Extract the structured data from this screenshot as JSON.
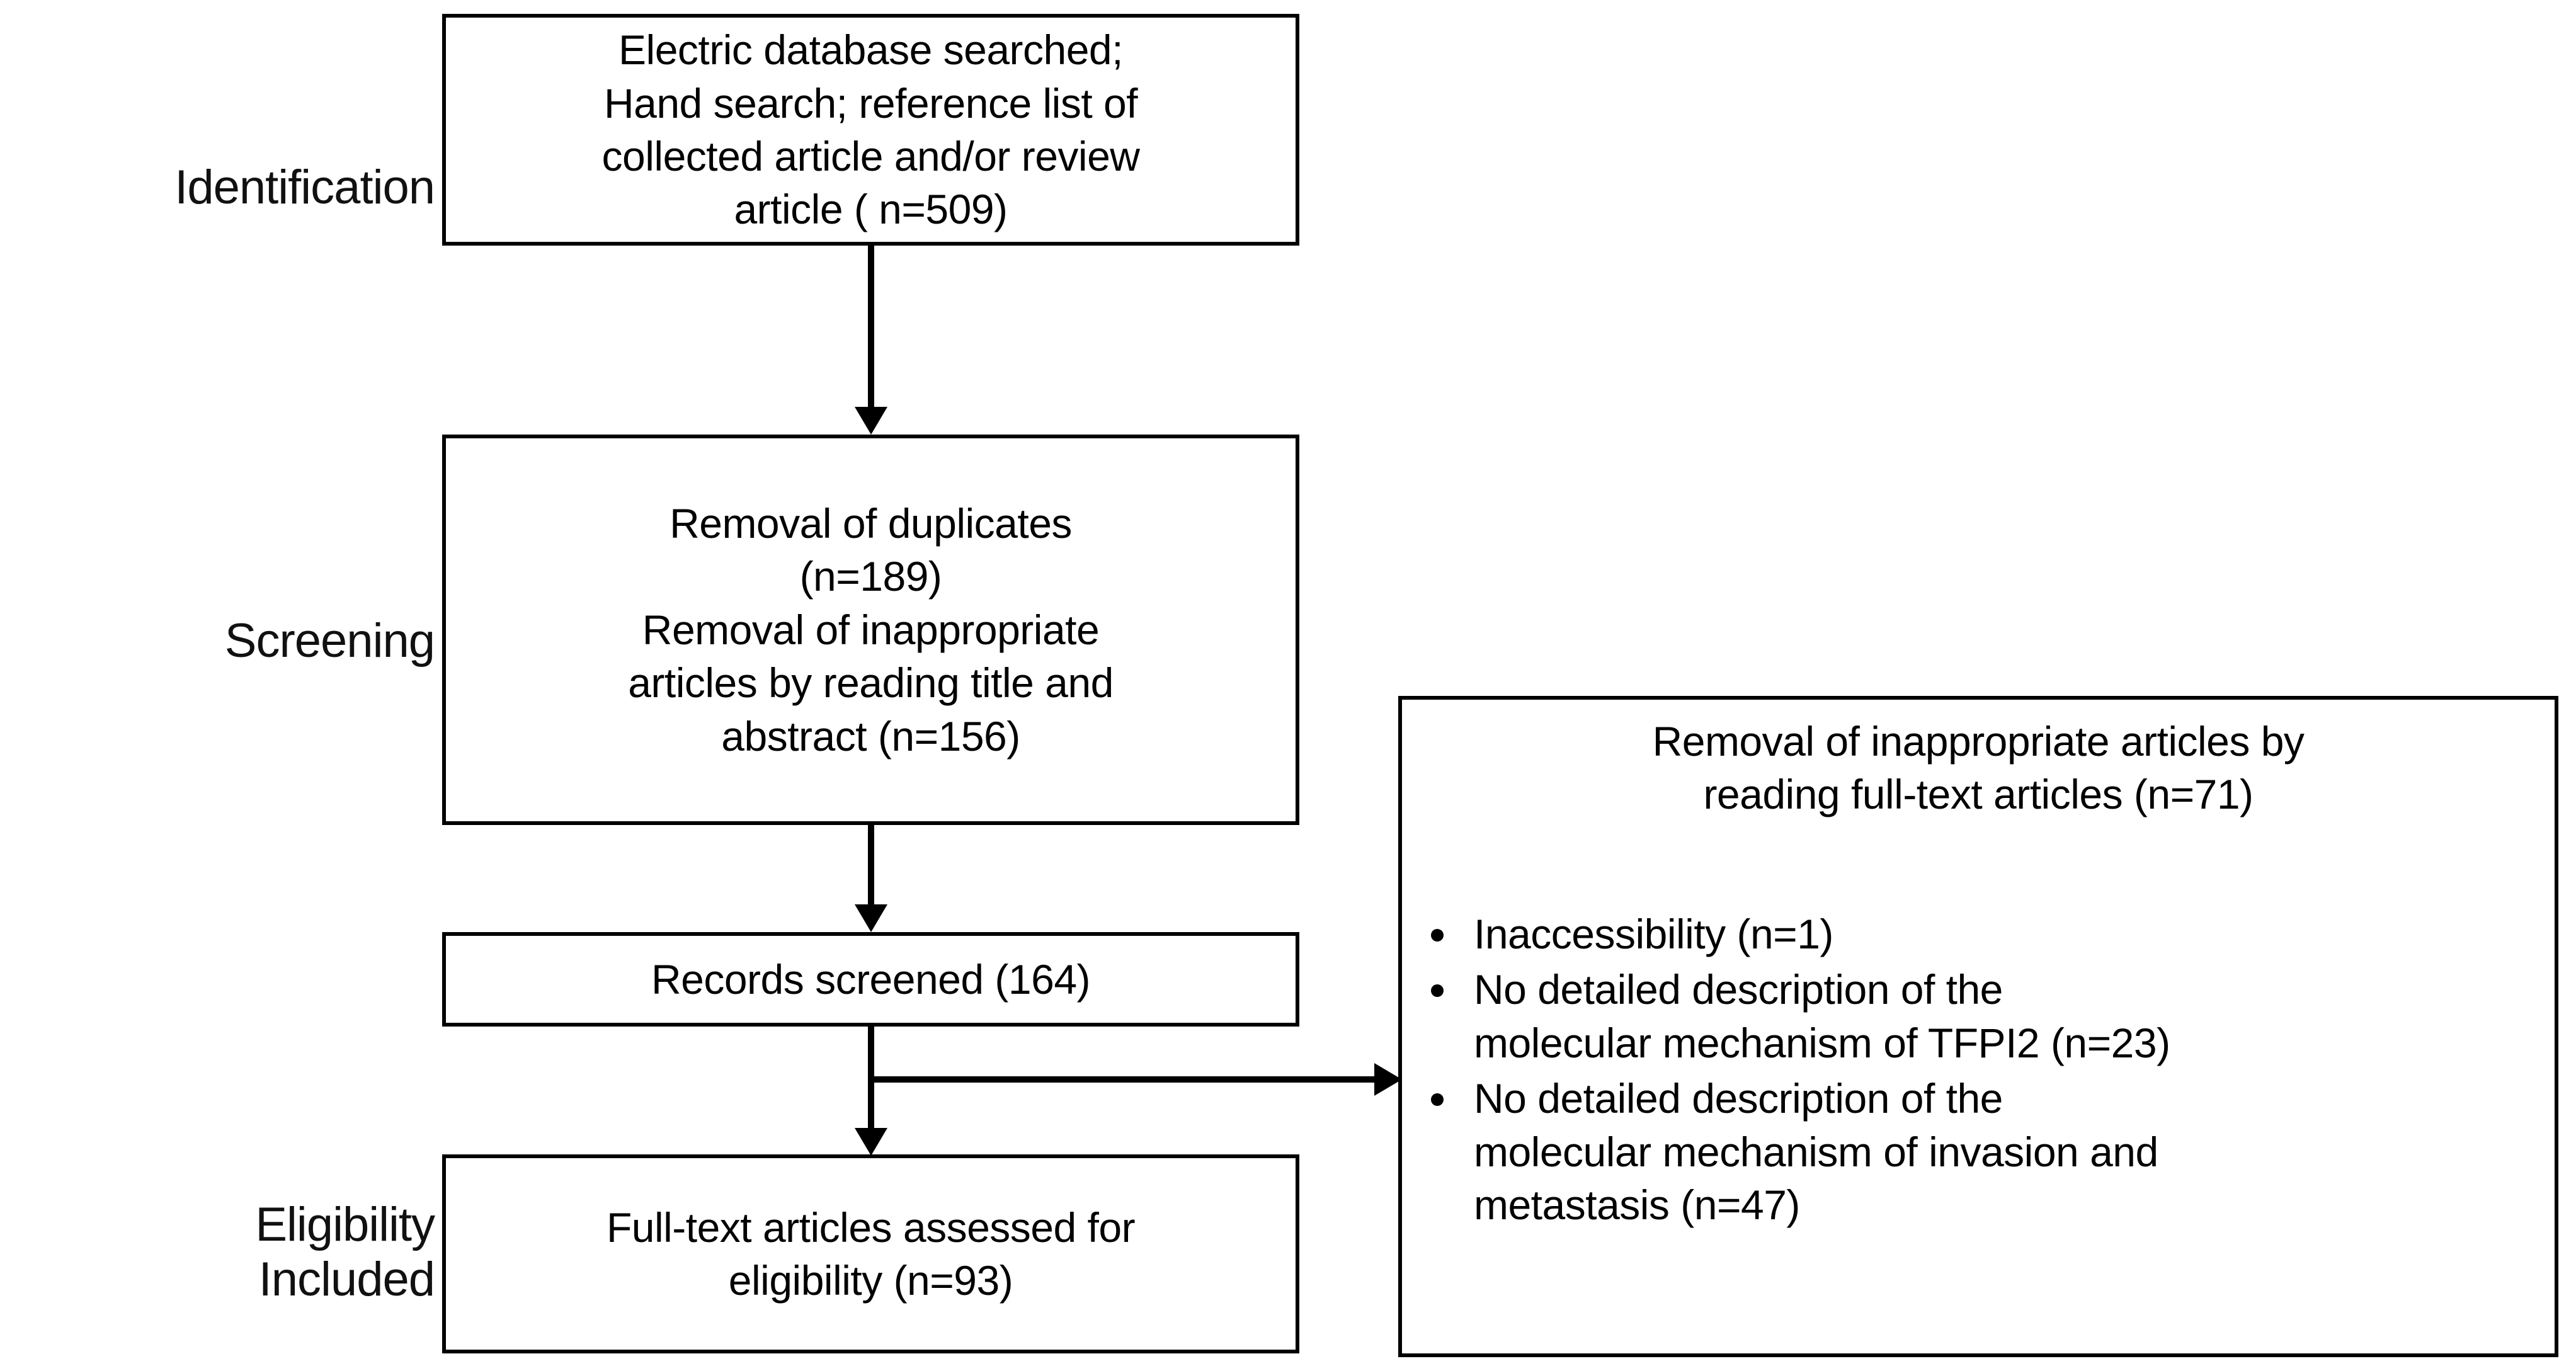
{
  "diagram": {
    "type": "prisma-flow-diagram",
    "stages": [
      {
        "name": "identification",
        "label": "Identification"
      },
      {
        "name": "screening",
        "label": "Screening"
      },
      {
        "name": "eligibility-included",
        "label": "Eligibility\nIncluded"
      }
    ],
    "boxes": {
      "identification": {
        "lines": [
          "Electric database searched;",
          "Hand search; reference list of",
          "collected article and/or review",
          "article ( n=509)"
        ]
      },
      "screening": {
        "lines": [
          "Removal of duplicates",
          "(n=189)",
          "Removal of inappropriate",
          "articles by reading title and",
          "abstract (n=156)"
        ]
      },
      "records_screened": {
        "lines": [
          "Records screened (164)"
        ]
      },
      "full_text_assessed": {
        "lines": [
          "Full-text articles assessed for",
          "eligibility (n=93)"
        ]
      },
      "excluded": {
        "header_lines": [
          "Removal of inappropriate articles by",
          "reading full-text articles (n=71)"
        ],
        "bullets": [
          {
            "lines": [
              "Inaccessibility (n=1)"
            ]
          },
          {
            "lines": [
              "No detailed description of the",
              "molecular mechanism of TFPI2 (n=23)"
            ]
          },
          {
            "lines": [
              "No detailed description of the",
              "molecular mechanism of invasion and",
              "metastasis (n=47)"
            ]
          }
        ]
      }
    },
    "counts": {
      "identified": 509,
      "duplicates_removed": 189,
      "title_abstract_removed": 156,
      "records_screened": 164,
      "full_text_assessed": 93,
      "full_text_removed": 71,
      "inaccessibility": 1,
      "no_tfpi2_mechanism": 23,
      "no_invasion_metastasis_mechanism": 47
    },
    "colors": {
      "line": "#000000",
      "text": "#000000",
      "background": "#ffffff"
    }
  }
}
